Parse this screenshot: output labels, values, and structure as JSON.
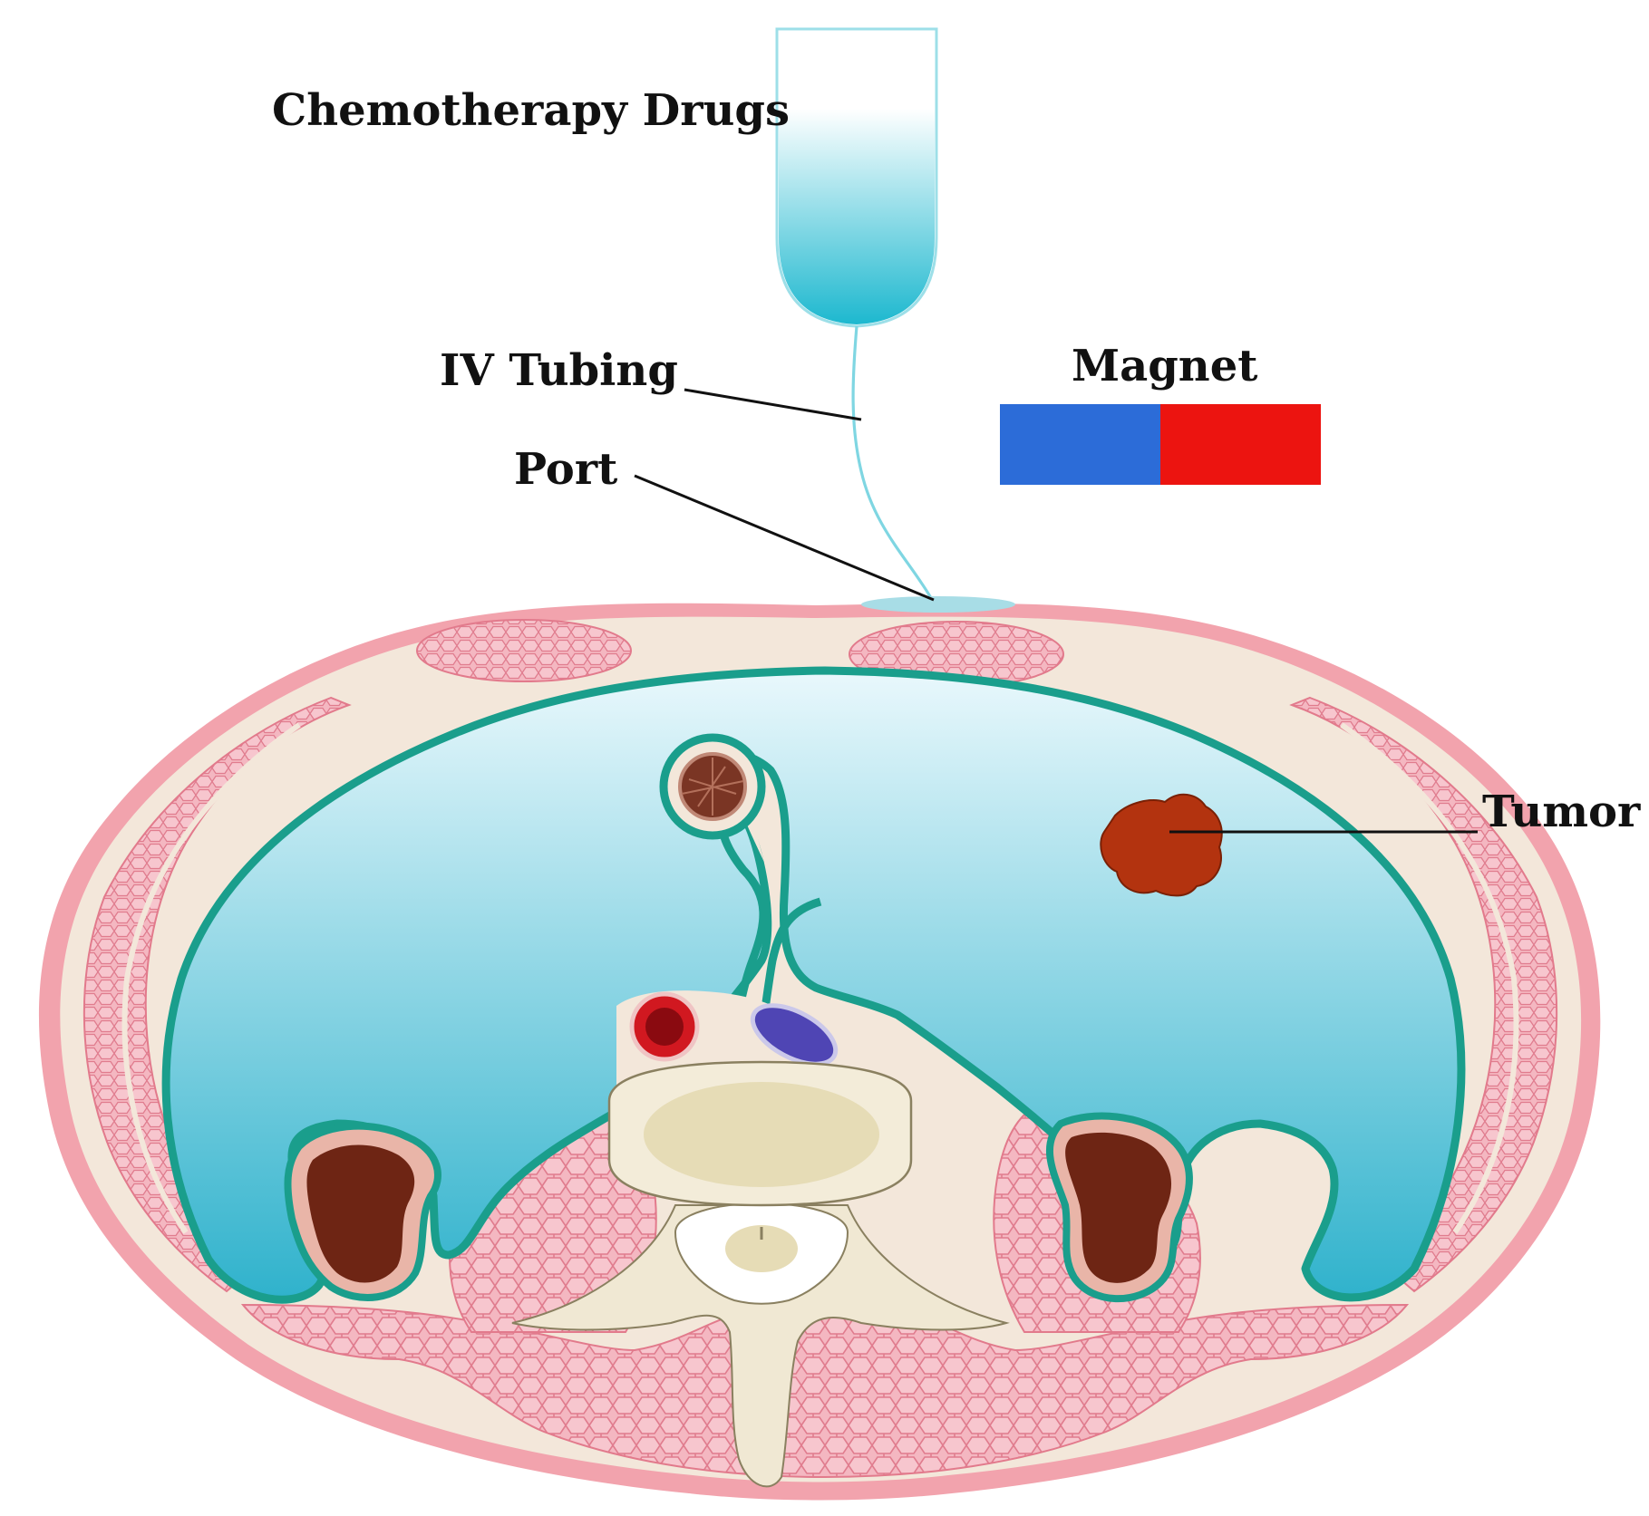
{
  "labels": {
    "drug": "Chemotherapy Drugs",
    "tubing": "IV Tubing",
    "port": "Port",
    "magnet": "Magnet",
    "tumor": "Tumor"
  },
  "colors": {
    "magnet_north": "#2c6cd8",
    "magnet_south": "#ec1410",
    "drug_fluid": "#1db8cf",
    "tubing": "#7fd6e2",
    "peritoneum": "#1a9e8c",
    "cavity": "#35b5cf",
    "skin": "#f2a3ad",
    "fat": "#f3e7da",
    "muscle": "#f2a9b5",
    "muscle_cell_line": "#e27a8c",
    "bone": "#f0e8d3",
    "vertebral_body": "#e6dcb6",
    "tumor": "#b3330f",
    "kidney": "#7a2e1a",
    "aorta": "#d11820",
    "vena_cava": "#4f45b4"
  }
}
